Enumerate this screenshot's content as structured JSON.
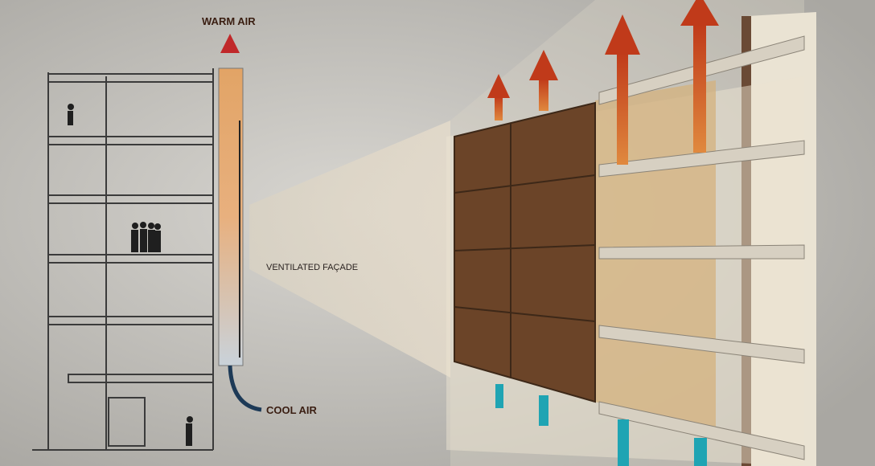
{
  "labels": {
    "warm_air": "WARM AIR",
    "ventilated_facade": "VENTILATED FAÇADE",
    "cool_air": "COOL AIR"
  },
  "colors": {
    "background": "#c9c7c2",
    "warm": "#c0282a",
    "cool": "#1d3a57",
    "panel": "#6b4428",
    "inlet": "#1fa4b3"
  }
}
